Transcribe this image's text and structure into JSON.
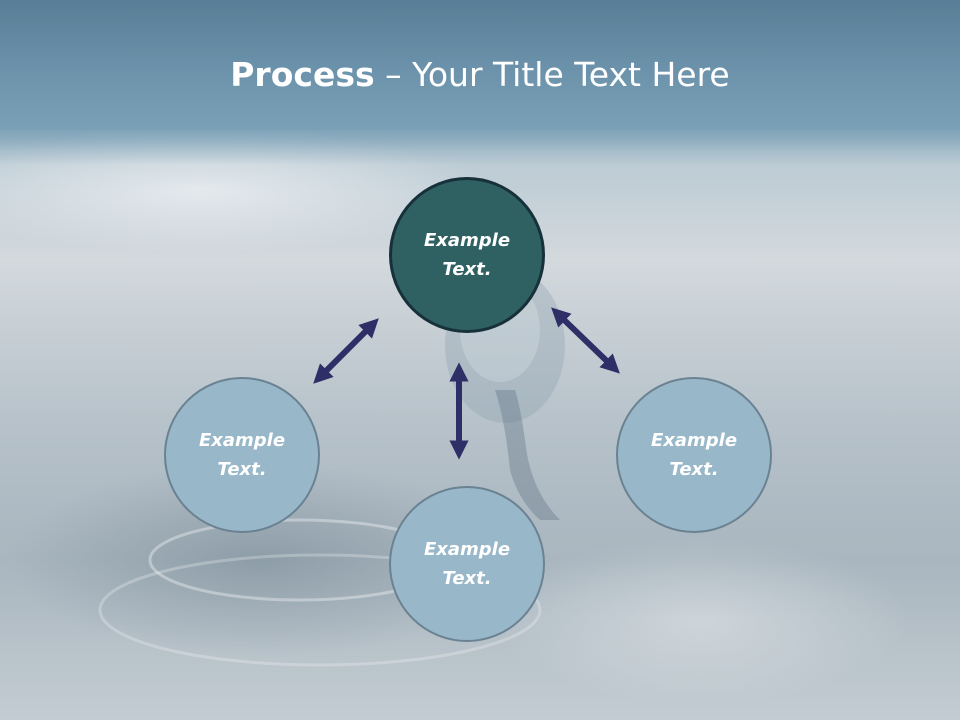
{
  "slide": {
    "title_bold": "Process",
    "title_rest": " – Your Title Text Here"
  },
  "nodes": [
    {
      "id": "center",
      "line1": "Example",
      "line2": "Text."
    },
    {
      "id": "left",
      "line1": "Example",
      "line2": "Text."
    },
    {
      "id": "bottom",
      "line1": "Example",
      "line2": "Text."
    },
    {
      "id": "right",
      "line1": "Example",
      "line2": "Text."
    }
  ],
  "colors": {
    "center_fill": "#2f6163",
    "side_fill": "#98b7c9",
    "arrow": "#2e2f66",
    "header": "#6c93ab"
  },
  "connectors": [
    {
      "from": "center",
      "to": "left",
      "type": "double-arrow"
    },
    {
      "from": "center",
      "to": "bottom",
      "type": "double-arrow"
    },
    {
      "from": "center",
      "to": "right",
      "type": "double-arrow"
    }
  ]
}
